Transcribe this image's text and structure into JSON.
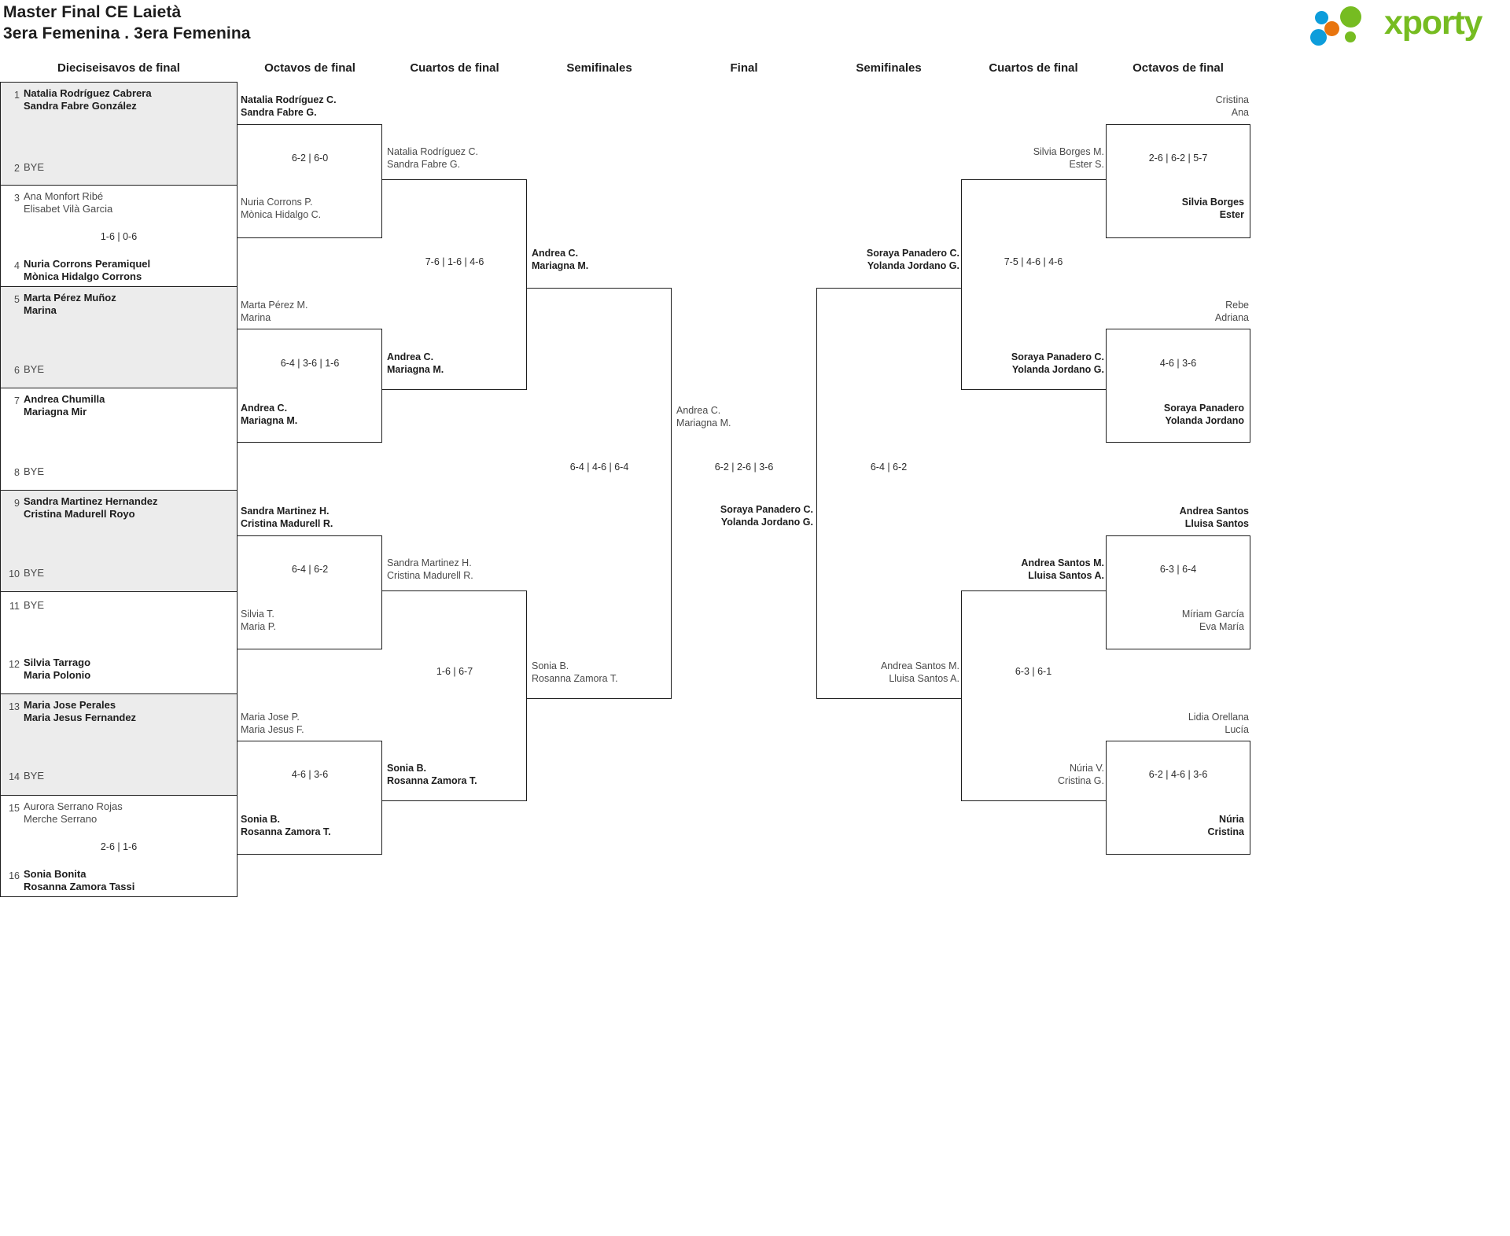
{
  "header": {
    "title_line1": "Master Final CE Laietà",
    "title_line2": "3era Femenina . 3era Femenina",
    "logo_text": "xporty",
    "logo_colors": {
      "green": "#76bc21",
      "blue": "#0d9ddb",
      "orange": "#e8750f"
    }
  },
  "rounds": {
    "left_r16": "Dieciseisavos de final",
    "left_r8": "Octavos de final",
    "left_qf": "Cuartos de final",
    "left_sf": "Semifinales",
    "final": "Final",
    "right_sf": "Semifinales",
    "right_qf": "Cuartos de final",
    "right_r8": "Octavos de final"
  },
  "seeds": [
    {
      "num": "1",
      "p1": "Natalia Rodríguez Cabrera",
      "p2": "Sandra Fabre González",
      "winner": true
    },
    {
      "num": "2",
      "p1": "BYE",
      "p2": "",
      "bye": true
    },
    {
      "num": "3",
      "p1": "Ana Monfort Ribé",
      "p2": "Elisabet Vilà Garcia",
      "winner": false
    },
    {
      "num": "4",
      "p1": "Nuria Corrons Peramiquel",
      "p2": "Mònica Hidalgo Corrons",
      "winner": true
    },
    {
      "num": "5",
      "p1": "Marta Pérez Muñoz",
      "p2": "Marina",
      "winner": true
    },
    {
      "num": "6",
      "p1": "BYE",
      "p2": "",
      "bye": true
    },
    {
      "num": "7",
      "p1": "Andrea Chumilla",
      "p2": "Mariagna Mir",
      "winner": true
    },
    {
      "num": "8",
      "p1": "BYE",
      "p2": "",
      "bye": true
    },
    {
      "num": "9",
      "p1": "Sandra Martinez Hernandez",
      "p2": "Cristina Madurell Royo",
      "winner": true
    },
    {
      "num": "10",
      "p1": "BYE",
      "p2": "",
      "bye": true
    },
    {
      "num": "11",
      "p1": "BYE",
      "p2": "",
      "bye": true
    },
    {
      "num": "12",
      "p1": "Silvia Tarrago",
      "p2": "Maria Polonio",
      "winner": true
    },
    {
      "num": "13",
      "p1": "Maria Jose Perales",
      "p2": "Maria Jesus Fernandez",
      "winner": true
    },
    {
      "num": "14",
      "p1": "BYE",
      "p2": "",
      "bye": true
    },
    {
      "num": "15",
      "p1": "Aurora Serrano Rojas",
      "p2": "Merche Serrano",
      "winner": false
    },
    {
      "num": "16",
      "p1": "Sonia Bonita",
      "p2": "Rosanna Zamora Tassi",
      "winner": true
    }
  ],
  "seed_scores": {
    "pair2": "1-6 | 0-6",
    "pair8": "2-6 | 1-6"
  },
  "left_r8": [
    {
      "top_p1": "Natalia Rodríguez C.",
      "top_p2": "Sandra Fabre G.",
      "top_win": true,
      "score": "6-2 | 6-0",
      "bot_p1": "Nuria Corrons P.",
      "bot_p2": "Mònica Hidalgo C.",
      "bot_win": false
    },
    {
      "top_p1": "Marta Pérez M.",
      "top_p2": "Marina",
      "top_win": false,
      "score": "6-4 | 3-6 | 1-6",
      "bot_p1": "Andrea C.",
      "bot_p2": "Mariagna M.",
      "bot_win": true
    },
    {
      "top_p1": "Sandra Martinez H.",
      "top_p2": "Cristina Madurell R.",
      "top_win": true,
      "score": "6-4 | 6-2",
      "bot_p1": "Silvia T.",
      "bot_p2": "Maria P.",
      "bot_win": false
    },
    {
      "top_p1": "Maria Jose P.",
      "top_p2": "Maria Jesus F.",
      "top_win": false,
      "score": "4-6 | 3-6",
      "bot_p1": "Sonia B.",
      "bot_p2": "Rosanna Zamora T.",
      "bot_win": true
    }
  ],
  "left_qf": [
    {
      "top_p1": "Natalia Rodríguez C.",
      "top_p2": "Sandra Fabre G.",
      "top_win": false,
      "score": "7-6 | 1-6 | 4-6",
      "bot_p1": "Andrea C.",
      "bot_p2": "Mariagna M.",
      "bot_win": true
    },
    {
      "top_p1": "Sandra Martinez H.",
      "top_p2": "Cristina Madurell R.",
      "top_win": false,
      "score": "1-6 | 6-7",
      "bot_p1": "Sonia B.",
      "bot_p2": "Rosanna Zamora T.",
      "bot_win": true
    }
  ],
  "left_sf": {
    "top_p1": "Andrea C.",
    "top_p2": "Mariagna M.",
    "top_win": true,
    "score": "6-4 | 4-6 | 6-4",
    "bot_p1": "Sonia B.",
    "bot_p2": "Rosanna Zamora T.",
    "bot_win": false
  },
  "final": {
    "left_p1": "Andrea C.",
    "left_p2": "Mariagna M.",
    "left_win": false,
    "score": "6-2 | 2-6 | 3-6",
    "right_p1": "Soraya Panadero C.",
    "right_p2": "Yolanda Jordano G.",
    "right_win": true
  },
  "right_sf": {
    "top_p1": "Soraya Panadero C.",
    "top_p2": "Yolanda Jordano G.",
    "top_win": true,
    "score": "6-4 | 6-2",
    "bot_p1": "Andrea Santos M.",
    "bot_p2": "Lluisa Santos A.",
    "bot_win": false
  },
  "right_qf": [
    {
      "top_p1": "Silvia Borges M.",
      "top_p2": "Ester S.",
      "top_win": false,
      "score": "7-5 | 4-6 | 4-6",
      "bot_p1": "Soraya Panadero C.",
      "bot_p2": "Yolanda Jordano G.",
      "bot_win": true
    },
    {
      "top_p1": "Andrea Santos M.",
      "top_p2": "Lluisa Santos A.",
      "top_win": true,
      "score": "6-3 | 6-1",
      "bot_p1": "Núria V.",
      "bot_p2": "Cristina G.",
      "bot_win": false
    }
  ],
  "right_r8": [
    {
      "top_p1": "Cristina",
      "top_p2": "Ana",
      "top_win": false,
      "score": "2-6 | 6-2 | 5-7",
      "bot_p1": "Silvia Borges",
      "bot_p2": "Ester",
      "bot_win": true
    },
    {
      "top_p1": "Rebe",
      "top_p2": "Adriana",
      "top_win": false,
      "score": "4-6 | 3-6",
      "bot_p1": "Soraya Panadero",
      "bot_p2": "Yolanda Jordano",
      "bot_win": true
    },
    {
      "top_p1": "Andrea Santos",
      "top_p2": "Lluisa Santos",
      "top_win": true,
      "score": "6-3 | 6-4",
      "bot_p1": "Míriam García",
      "bot_p2": "Eva María",
      "bot_win": false
    },
    {
      "top_p1": "Lidia Orellana",
      "top_p2": "Lucía",
      "top_win": false,
      "score": "6-2 | 4-6 | 3-6",
      "bot_p1": "Núria",
      "bot_p2": "Cristina",
      "bot_win": true
    }
  ]
}
